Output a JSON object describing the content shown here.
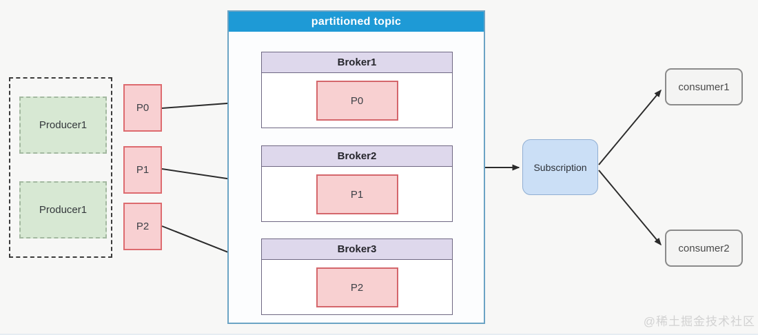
{
  "diagram": {
    "producer_group": {
      "producers": [
        {
          "label": "Producer1"
        },
        {
          "label": "Producer1"
        }
      ]
    },
    "partitions": [
      {
        "label": "P0"
      },
      {
        "label": "P1"
      },
      {
        "label": "P2"
      }
    ],
    "topic": {
      "title": "partitioned topic",
      "brokers": [
        {
          "name": "Broker1",
          "partition": "P0"
        },
        {
          "name": "Broker2",
          "partition": "P1"
        },
        {
          "name": "Broker3",
          "partition": "P2"
        }
      ]
    },
    "subscription": {
      "label": "Subscription"
    },
    "consumers": [
      {
        "label": "consumer1"
      },
      {
        "label": "consumer2"
      }
    ],
    "watermark": "@稀土掘金技术社区",
    "colors": {
      "topic_header_bg": "#1e9ad6",
      "topic_border": "#6ba3c4",
      "broker_header_bg": "#ded8ec",
      "broker_border": "#6e6782",
      "partition_fill": "#f8d0d2",
      "partition_border": "#dd6a6e",
      "producer_fill": "#d7e8d3",
      "producer_border": "#a3b8a0",
      "producer_group_border": "#3a3a3a",
      "subscription_fill": "#cbdff6",
      "subscription_border": "#90aed2",
      "consumer_fill": "#f4f4f3",
      "consumer_border": "#8a8a8a",
      "arrow": "#2b2b2b",
      "watermark_color": "#d2d2d2"
    }
  }
}
